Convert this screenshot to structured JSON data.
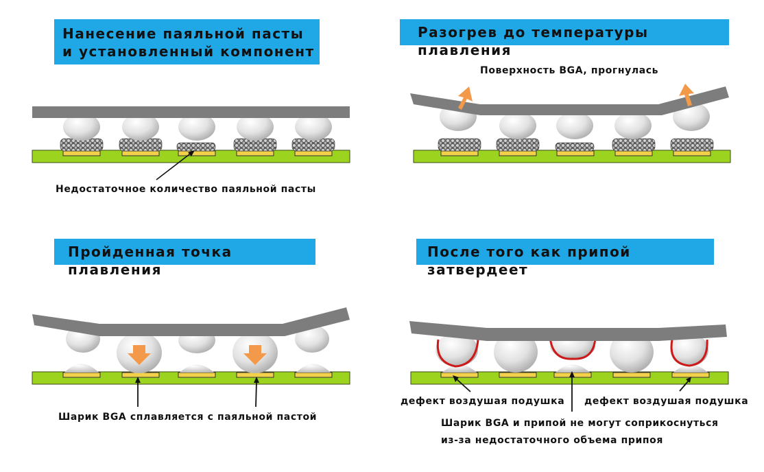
{
  "panels": {
    "p1": {
      "title_line1": "Нанесение паяльной пасты",
      "title_line2": "и установленный компонент",
      "caption": "Недостаточное количество паяльной пасты"
    },
    "p2": {
      "title": "Разогрев до температуры плавления",
      "caption": "Поверхность BGA, прогнулась"
    },
    "p3": {
      "title": "Пройденная точка плавления",
      "caption": "Шарик BGA сплавляется с паяльной пастой"
    },
    "p4": {
      "title": "После того как припой затвердеет",
      "caption_left": "дефект воздушая подушка",
      "caption_right": "дефект воздушая подушка",
      "caption_bottom_line1": "Шарик BGA и припой не могут соприкоснуться",
      "caption_bottom_line2": "из-за недостаточного объема припоя"
    }
  },
  "colors": {
    "banner": "#1fa7e6",
    "pcb": "#9bd31f",
    "pad": "#f2d04a",
    "package": "#7d7d7d",
    "arrow": "#f29a4a",
    "defect": "#cc1a1a"
  }
}
